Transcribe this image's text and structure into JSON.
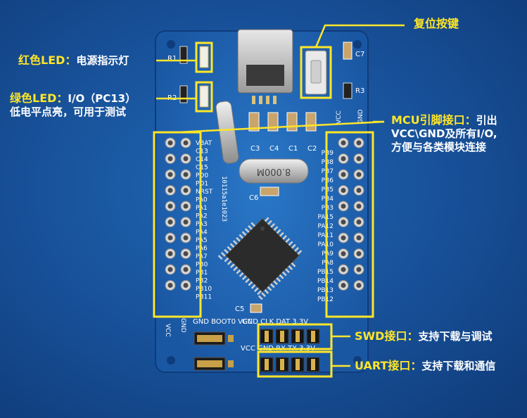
{
  "labels": {
    "red_led": {
      "title": "红色LED：",
      "desc": "电源指示灯"
    },
    "green_led": {
      "title": "绿色LED：",
      "desc": "I/O（PC13）",
      "desc2": "低电平点亮，可用于测试"
    },
    "reset": {
      "title": "复位按键"
    },
    "mcu_pins": {
      "title": "MCU引脚接口：",
      "desc": "引出",
      "desc2": "VCC\\GND及所有I/O,",
      "desc3": "方便与各类模块连接"
    },
    "swd": {
      "title": "SWD接口：",
      "desc": "支持下载与调试"
    },
    "uart": {
      "title": "UART接口：",
      "desc": "支持下载和通信"
    }
  },
  "board": {
    "crystal_text": "8.000M",
    "chip_batch": "10115a1e1023",
    "components": {
      "r1": "R1",
      "r2": "R2",
      "c7": "C7",
      "r3": "R3",
      "c6": "C6",
      "c5": "C5",
      "c1": "C1",
      "c2": "C2",
      "c3": "C3",
      "c4": "C4"
    },
    "left_pins": [
      "VBAT",
      "C13",
      "C14",
      "C15",
      "PD0",
      "PD1",
      "NRST",
      "PA0",
      "PA1",
      "PA2",
      "PA3",
      "PA4",
      "PA5",
      "PA6",
      "PA7",
      "PB0",
      "PB1",
      "PB2",
      "PB10",
      "PB11"
    ],
    "right_pins": [
      "PB9",
      "PB8",
      "PB7",
      "PB6",
      "PB5",
      "PB4",
      "PB3",
      "PA15",
      "PA12",
      "PA11",
      "PA10",
      "PA9",
      "PA8",
      "PB15",
      "PB14",
      "PB13",
      "PB12"
    ],
    "left_bottom_pins": [
      "VCC",
      "GND"
    ],
    "top_right_pins": [
      "VCC",
      "GND"
    ],
    "boot_label": "GND BOOT0 VCC",
    "swd_header_label": "GND CLK DAT 3.3V",
    "uart_header_label": "VCC GND RX TX 3.3V"
  },
  "colors": {
    "background": "#174f96",
    "highlight": "#ffe629",
    "pcb": "#1c5fb0",
    "text": "#ffffff"
  }
}
